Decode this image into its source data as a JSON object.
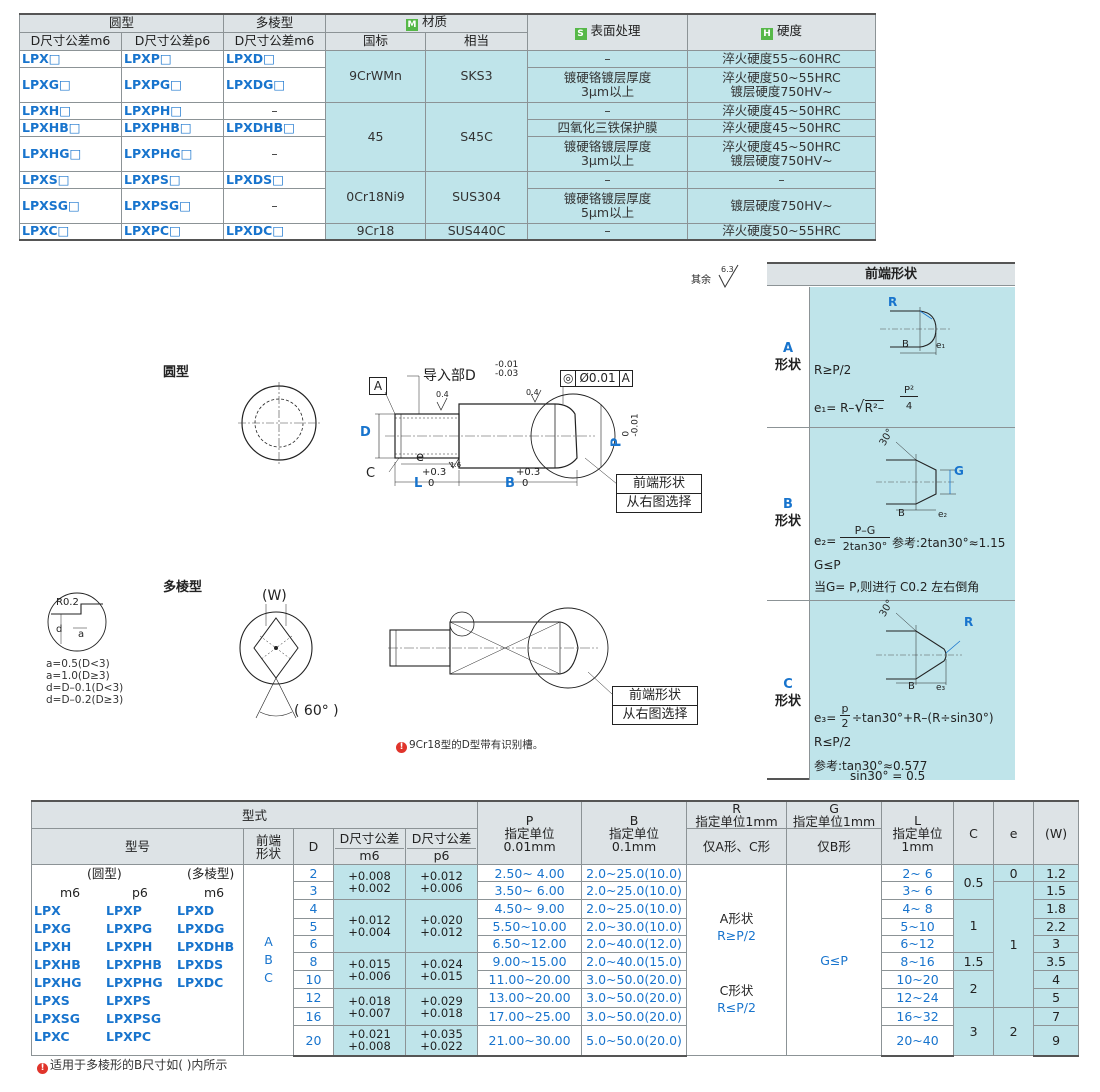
{
  "top_table": {
    "group_round": "圆型",
    "group_poly": "多棱型",
    "group_material": "材质",
    "material_badge": "M",
    "group_surface": "表面处理",
    "surface_badge": "S",
    "group_hardness": "硬度",
    "hardness_badge": "H",
    "sub_round_m6": "D尺寸公差m6",
    "sub_round_p6": "D尺寸公差p6",
    "sub_poly_m6": "D尺寸公差m6",
    "sub_gb": "国标",
    "sub_equiv": "相当",
    "rows": [
      {
        "m6": "LPX□",
        "p6": "LPXP□",
        "poly": "LPXD□",
        "surface": "–",
        "hardness": "淬火硬度55~60HRC"
      },
      {
        "m6": "LPXG□",
        "p6": "LPXPG□",
        "poly": "LPXDG□",
        "surface": "镀硬铬镀层厚度\n3μm以上",
        "hardness": "淬火硬度50~55HRC\n镀层硬度750HV~"
      },
      {
        "m6": "LPXH□",
        "p6": "LPXPH□",
        "poly": "–",
        "surface": "–",
        "hardness": "淬火硬度45~50HRC"
      },
      {
        "m6": "LPXHB□",
        "p6": "LPXPHB□",
        "poly": "LPXDHB□",
        "surface": "四氧化三铁保护膜",
        "hardness": "淬火硬度45~50HRC"
      },
      {
        "m6": "LPXHG□",
        "p6": "LPXPHG□",
        "poly": "–",
        "surface": "镀硬铬镀层厚度\n3μm以上",
        "hardness": "淬火硬度45~50HRC\n镀层硬度750HV~"
      },
      {
        "m6": "LPXS□",
        "p6": "LPXPS□",
        "poly": "LPXDS□",
        "surface": "–",
        "hardness": "–"
      },
      {
        "m6": "LPXSG□",
        "p6": "LPXPSG□",
        "poly": "–",
        "surface": "镀硬铬镀层厚度\n5μm以上",
        "hardness": "镀层硬度750HV~"
      },
      {
        "m6": "LPXC□",
        "p6": "LPXPC□",
        "poly": "LPXDC□",
        "surface": "–",
        "hardness": "淬火硬度50~55HRC"
      }
    ],
    "materials": [
      {
        "gb": "9CrWMn",
        "equiv": "SKS3"
      },
      {
        "gb": "45",
        "equiv": "S45C"
      },
      {
        "gb": "0Cr18Ni9",
        "equiv": "SUS304"
      },
      {
        "gb": "9Cr18",
        "equiv": "SUS440C"
      }
    ]
  },
  "drawing": {
    "roughness_note": "其余",
    "roughness_value": "6.3",
    "round_title": "圆型",
    "poly_title": "多棱型",
    "lead_in": "导入部D",
    "lead_in_tol_upper": "-0.01",
    "lead_in_tol_lower": "-0.03",
    "datum": "A",
    "concentricity": "◎",
    "concentricity_value": "Ø0.01",
    "concentricity_datum": "A",
    "dim_D": "D",
    "dim_P": "P",
    "dim_P_tol_upper": "0",
    "dim_P_tol_lower": "-0.01",
    "dim_e": "e",
    "dim_C": "C",
    "dim_L": "L",
    "dim_B": "B",
    "tol_plus": "+0.3",
    "tol_zero": "0",
    "rough_04": "0.4",
    "rough_16": "1.6",
    "tip_shape_line1": "前端形状",
    "tip_shape_line2": "从右图选择",
    "W_label": "(W)",
    "angle_label": "( 60°   )",
    "R02": "R0.2",
    "d_label": "d",
    "a_label": "a",
    "poly_notes": [
      "a=0.5(D<3)",
      "a=1.0(D≥3)",
      "d=D–0.1(D<3)",
      "d=D–0.2(D≥3)"
    ],
    "groove_note": "9Cr18型的D型带有识别槽。"
  },
  "shape_panel": {
    "title": "前端形状",
    "A": {
      "key": "A",
      "name": "形状",
      "R": "R",
      "B": "B",
      "e": "e₁",
      "f1": "R≥P/2",
      "f2a": "e₁= R–",
      "f2b": "R²–",
      "f2num": "P²",
      "f2den": "4"
    },
    "B": {
      "key": "B",
      "name": "形状",
      "angle": "30°",
      "G": "G",
      "B": "B",
      "e": "e₂",
      "f1a": "e₂=",
      "f1num": "P–G",
      "f1den": "2tan30°",
      "f1b": "参考:2tan30°≈1.15",
      "f2": "G≤P",
      "f3": "当G= P,则进行 C0.2 左右倒角"
    },
    "C": {
      "key": "C",
      "name": "形状",
      "angle": "30°",
      "R": "R",
      "B": "B",
      "e": "e₃",
      "f1a": "e₃=",
      "f1num": "p",
      "f1den": "2",
      "f1b": "÷tan30°+R–(R÷sin30°)",
      "f2": "R≤P/2",
      "f3": "参考:tan30°≈0.577",
      "f4": "sin30° = 0.5"
    }
  },
  "bottom_table": {
    "h_style": "型式",
    "h_model": "型号",
    "h_tip": "前端\n形状",
    "h_D": "D",
    "h_Dm6": "D尺寸公差",
    "h_Dm6_sub": "m6",
    "h_Dp6": "D尺寸公差",
    "h_Dp6_sub": "p6",
    "h_P": "P\n指定单位\n0.01mm",
    "h_B": "B\n指定单位\n0.1mm",
    "h_R": "R\n指定单位1mm",
    "h_R_sub": "仅A形、C形",
    "h_G": "G\n指定单位1mm",
    "h_G_sub": "仅B形",
    "h_L": "L\n指定单位\n1mm",
    "h_C": "C",
    "h_e": "e",
    "h_W": "(W)",
    "models_head": {
      "round": "(圆型)",
      "poly": "(多棱型)",
      "m6": "m6",
      "p6": "p6",
      "pm6": "m6"
    },
    "models": [
      {
        "m6": "LPX",
        "p6": "LPXP",
        "poly": "LPXD"
      },
      {
        "m6": "LPXG",
        "p6": "LPXPG",
        "poly": "LPXDG"
      },
      {
        "m6": "LPXH",
        "p6": "LPXPH",
        "poly": "LPXDHB"
      },
      {
        "m6": "LPXHB",
        "p6": "LPXPHB",
        "poly": "LPXDS"
      },
      {
        "m6": "LPXHG",
        "p6": "LPXPHG",
        "poly": "LPXDC"
      },
      {
        "m6": "LPXS",
        "p6": "LPXPS",
        "poly": ""
      },
      {
        "m6": "LPXSG",
        "p6": "LPXPSG",
        "poly": ""
      },
      {
        "m6": "LPXC",
        "p6": "LPXPC",
        "poly": ""
      }
    ],
    "tips": [
      "A",
      "B",
      "C"
    ],
    "rows": [
      {
        "D": "2",
        "P": "2.50~ 4.00",
        "B": "2.0~25.0(10.0)",
        "L": "2~ 6",
        "W": "1.2"
      },
      {
        "D": "3",
        "P": "3.50~ 6.00",
        "B": "2.0~25.0(10.0)",
        "L": "3~ 6",
        "W": "1.5"
      },
      {
        "D": "4",
        "P": "4.50~ 9.00",
        "B": "2.0~25.0(10.0)",
        "L": "4~ 8",
        "W": "1.8"
      },
      {
        "D": "5",
        "P": "5.50~10.00",
        "B": "2.0~30.0(10.0)",
        "L": "5~10",
        "W": "2.2"
      },
      {
        "D": "6",
        "P": "6.50~12.00",
        "B": "2.0~40.0(12.0)",
        "L": "6~12",
        "W": "3"
      },
      {
        "D": "8",
        "P": "9.00~15.00",
        "B": "2.0~40.0(15.0)",
        "L": "8~16",
        "W": "3.5"
      },
      {
        "D": "10",
        "P": "11.00~20.00",
        "B": "3.0~50.0(20.0)",
        "L": "10~20",
        "W": "4"
      },
      {
        "D": "12",
        "P": "13.00~20.00",
        "B": "3.0~50.0(20.0)",
        "L": "12~24",
        "W": "5"
      },
      {
        "D": "16",
        "P": "17.00~25.00",
        "B": "3.0~50.0(20.0)",
        "L": "16~32",
        "W": "7"
      },
      {
        "D": "20",
        "P": "21.00~30.00",
        "B": "5.0~50.0(20.0)",
        "L": "20~40",
        "W": "9"
      }
    ],
    "tol_m6": [
      {
        "up": "+0.008",
        "lo": "+0.002"
      },
      {
        "up": "+0.012",
        "lo": "+0.004"
      },
      {
        "up": "+0.015",
        "lo": "+0.006"
      },
      {
        "up": "+0.018",
        "lo": "+0.007"
      },
      {
        "up": "+0.021",
        "lo": "+0.008"
      }
    ],
    "tol_p6": [
      {
        "up": "+0.012",
        "lo": "+0.006"
      },
      {
        "up": "+0.020",
        "lo": "+0.012"
      },
      {
        "up": "+0.024",
        "lo": "+0.015"
      },
      {
        "up": "+0.029",
        "lo": "+0.018"
      },
      {
        "up": "+0.035",
        "lo": "+0.022"
      }
    ],
    "R_A": "A形状",
    "R_A_rule": "R≥P/2",
    "R_C": "C形状",
    "R_C_rule": "R≤P/2",
    "G_rule": "G≤P",
    "C_vals": [
      "0.5",
      "1",
      "1.5",
      "2",
      "3"
    ],
    "e_vals": [
      "0",
      "1",
      "2"
    ]
  },
  "footnote": "适用于多棱形的B尺寸如( )内所示",
  "colors": {
    "accent_blue": "#1874cd",
    "cyan_cell": "#bfe4ea",
    "header_gray": "#dde3e6",
    "badge_green": "#56b848",
    "warn_red": "#e0342b"
  }
}
